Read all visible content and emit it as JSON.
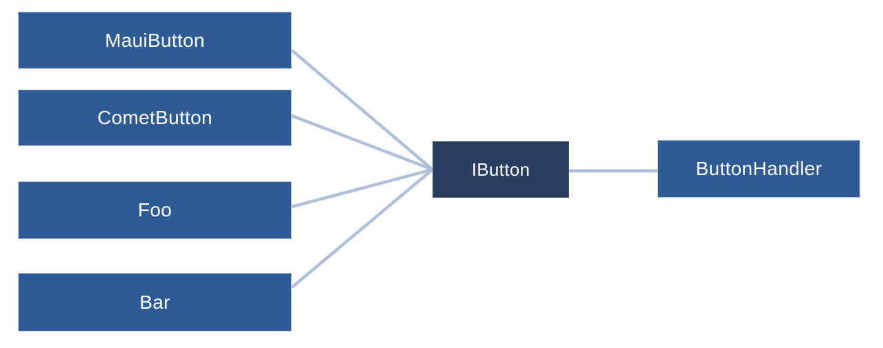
{
  "diagram": {
    "title": "button-handler-class-diagram",
    "background_color": "#ffffff",
    "colors": {
      "class_node_fill": "#2e5b94",
      "interface_node_fill": "#283d5f",
      "node_border": "#bcc9de",
      "connector": "#aec0da",
      "text": "#ffffff"
    },
    "nodes": [
      {
        "id": "mauibutton",
        "label": "MauiButton",
        "kind": "class"
      },
      {
        "id": "cometbutton",
        "label": "CometButton",
        "kind": "class"
      },
      {
        "id": "foo",
        "label": "Foo",
        "kind": "class"
      },
      {
        "id": "bar",
        "label": "Bar",
        "kind": "class"
      },
      {
        "id": "ibutton",
        "label": "IButton",
        "kind": "interface"
      },
      {
        "id": "buttonhandler",
        "label": "ButtonHandler",
        "kind": "class"
      }
    ],
    "edges": [
      {
        "from": "MauiButton",
        "to": "IButton"
      },
      {
        "from": "CometButton",
        "to": "IButton"
      },
      {
        "from": "Foo",
        "to": "IButton"
      },
      {
        "from": "Bar",
        "to": "IButton"
      },
      {
        "from": "IButton",
        "to": "ButtonHandler"
      }
    ]
  }
}
